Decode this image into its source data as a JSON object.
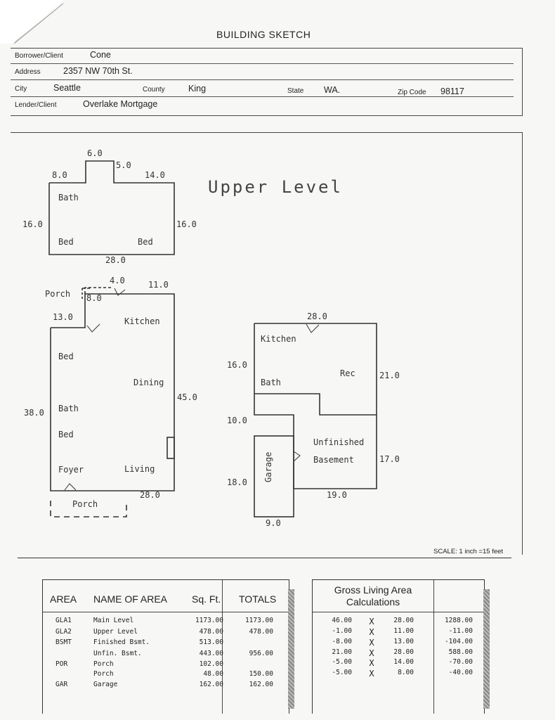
{
  "title": "BUILDING SKETCH",
  "header": {
    "borrower_label": "Borrower/Client",
    "borrower": "Cone",
    "address_label": "Address",
    "address": "2357 NW 70th St.",
    "city_label": "City",
    "city": "Seattle",
    "county_label": "County",
    "county": "King",
    "state_label": "State",
    "state": "WA.",
    "zip_label": "Zip Code",
    "zip": "98117",
    "lender_label": "Lender/Client",
    "lender": "Overlake Mortgage"
  },
  "sketch": {
    "upper_level_title": "Upper Level",
    "upper": {
      "d1": "6.0",
      "d2": "5.0",
      "d3": "8.0",
      "d4": "14.0",
      "d5": "16.0",
      "d6": "16.0",
      "d7": "28.0",
      "room_bath": "Bath",
      "room_bed1": "Bed",
      "room_bed2": "Bed"
    },
    "main": {
      "porch_top": "Porch",
      "d_4": "4.0",
      "d_11": "11.0",
      "d_8": "8.0",
      "d_13": "13.0",
      "d_38": "38.0",
      "d_45": "45.0",
      "d_28": "28.0",
      "kitchen": "Kitchen",
      "bed1": "Bed",
      "dining": "Dining",
      "bath": "Bath",
      "bed2": "Bed",
      "foyer": "Foyer",
      "living": "Living",
      "porch_bottom": "Porch"
    },
    "basement": {
      "d_28": "28.0",
      "d_16": "16.0",
      "d_21": "21.0",
      "d_10": "10.0",
      "d_17": "17.0",
      "d_18": "18.0",
      "d_19": "19.0",
      "d_9": "9.0",
      "kitchen": "Kitchen",
      "rec": "Rec",
      "bath": "Bath",
      "unfinished": "Unfinished",
      "basement": "Basement",
      "garage": "Garage"
    }
  },
  "scale": "SCALE:  1 inch =15 feet",
  "area_table": {
    "headers": {
      "area": "AREA",
      "name": "NAME OF AREA",
      "sqft": "Sq. Ft.",
      "totals": "TOTALS"
    },
    "rows": [
      {
        "code": "GLA1",
        "name": "Main Level",
        "sqft": "1173.00",
        "total": "1173.00"
      },
      {
        "code": "GLA2",
        "name": "Upper Level",
        "sqft": "478.00",
        "total": "478.00"
      },
      {
        "code": "BSMT",
        "name": "Finished Bsmt.",
        "sqft": "513.00",
        "total": ""
      },
      {
        "code": "",
        "name": "Unfin. Bsmt.",
        "sqft": "443.00",
        "total": "956.00"
      },
      {
        "code": "POR",
        "name": "Porch",
        "sqft": "102.00",
        "total": ""
      },
      {
        "code": "",
        "name": "Porch",
        "sqft": "48.00",
        "total": "150.00"
      },
      {
        "code": "GAR",
        "name": "Garage",
        "sqft": "162.00",
        "total": "162.00"
      }
    ]
  },
  "gla": {
    "header_line1": "Gross Living Area",
    "header_line2": "Calculations",
    "rows": [
      {
        "a": "46.00",
        "x": "X",
        "b": "28.00",
        "r": "1288.00"
      },
      {
        "a": "-1.00",
        "x": "X",
        "b": "11.00",
        "r": "-11.00"
      },
      {
        "a": "-8.00",
        "x": "X",
        "b": "13.00",
        "r": "-104.00"
      },
      {
        "a": "21.00",
        "x": "X",
        "b": "28.00",
        "r": "588.00"
      },
      {
        "a": "-5.00",
        "x": "X",
        "b": "14.00",
        "r": "-70.00"
      },
      {
        "a": "-5.00",
        "x": "X",
        "b": "8.00",
        "r": "-40.00"
      }
    ]
  }
}
